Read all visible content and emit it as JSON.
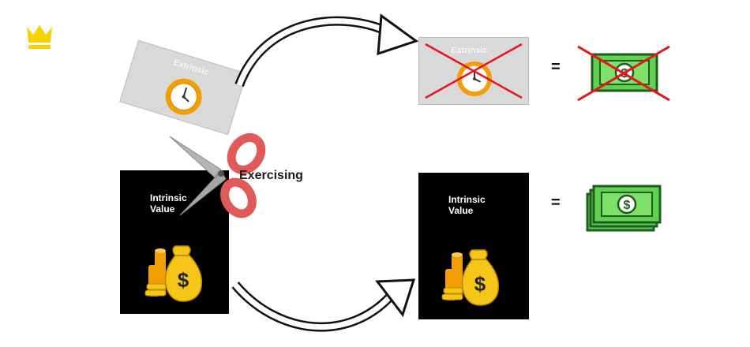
{
  "colors": {
    "crown": "#f5d300",
    "extrinsic_card": "#d9d9d9",
    "intrinsic_card": "#000000",
    "cross": "#e8141b",
    "money_green": "#5fd04f",
    "money_dark": "#1f5c1f",
    "scissors_handle": "#e05a5a",
    "bag_yellow": "#f5c518",
    "coin_orange": "#f29f05"
  },
  "icons": {
    "crown": "crown-icon",
    "clock": "clock-icon",
    "scissors": "scissors-icon",
    "money_bag": "money-bag-icon",
    "banknote": "banknote-icon",
    "cross": "cross-mark-icon",
    "arrow": "curved-arrow-icon"
  },
  "left_extrinsic_card": {
    "label": "Extrinsic"
  },
  "left_intrinsic_card": {
    "label": "Intrinsic\nValue"
  },
  "action_label": "Exercising",
  "right_extrinsic_card": {
    "label": "Extrinsic"
  },
  "right_intrinsic_card": {
    "label": "Intrinsic\nValue"
  },
  "equals_top": "=",
  "equals_bottom": "="
}
